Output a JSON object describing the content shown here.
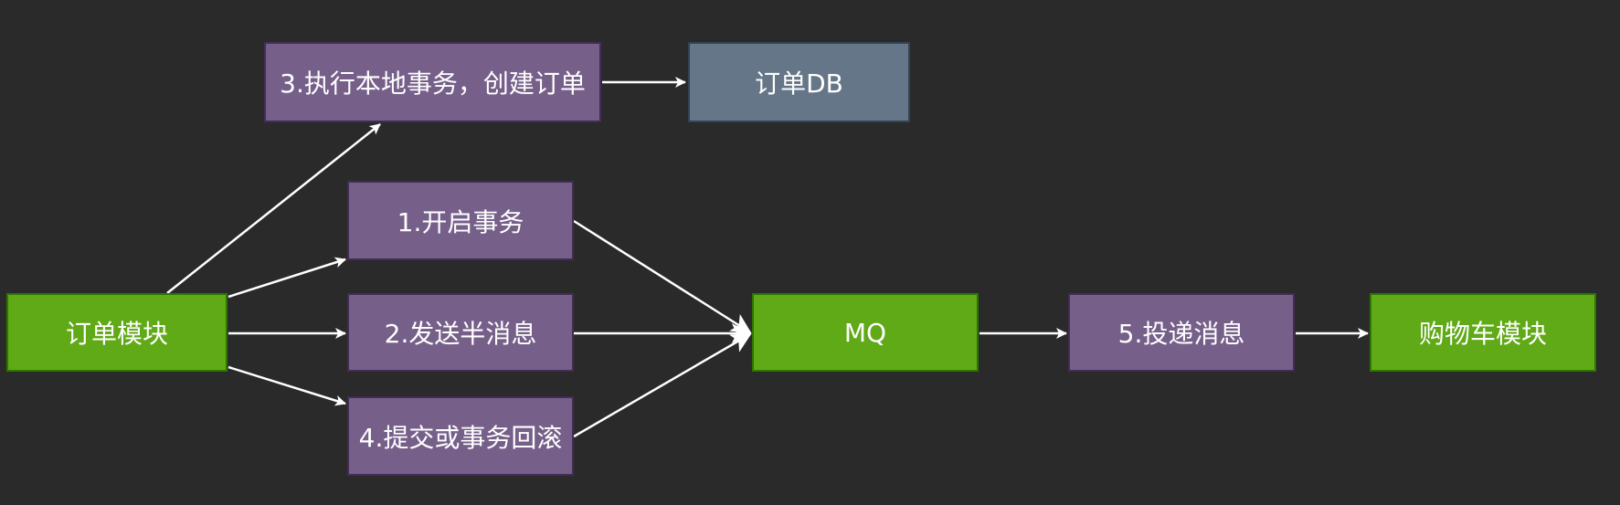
{
  "nodes": {
    "order_module": "订单模块",
    "local_transaction": "3.执行本地事务，创建订单",
    "order_db": "订单DB",
    "start_transaction": "1.开启事务",
    "send_half_message": "2.发送半消息",
    "commit_or_rollback": "4.提交或事务回滚",
    "mq": "MQ",
    "deliver_message": "5.投递消息",
    "cart_module": "购物车模块"
  },
  "colors": {
    "background": "#2a2a2a",
    "process_fill": "#76608a",
    "process_border": "#432d57",
    "module_fill": "#60a917",
    "module_border": "#2d7600",
    "db_fill": "#647687",
    "db_border": "#314354",
    "edge": "#ffffff",
    "text": "#ffffff"
  }
}
